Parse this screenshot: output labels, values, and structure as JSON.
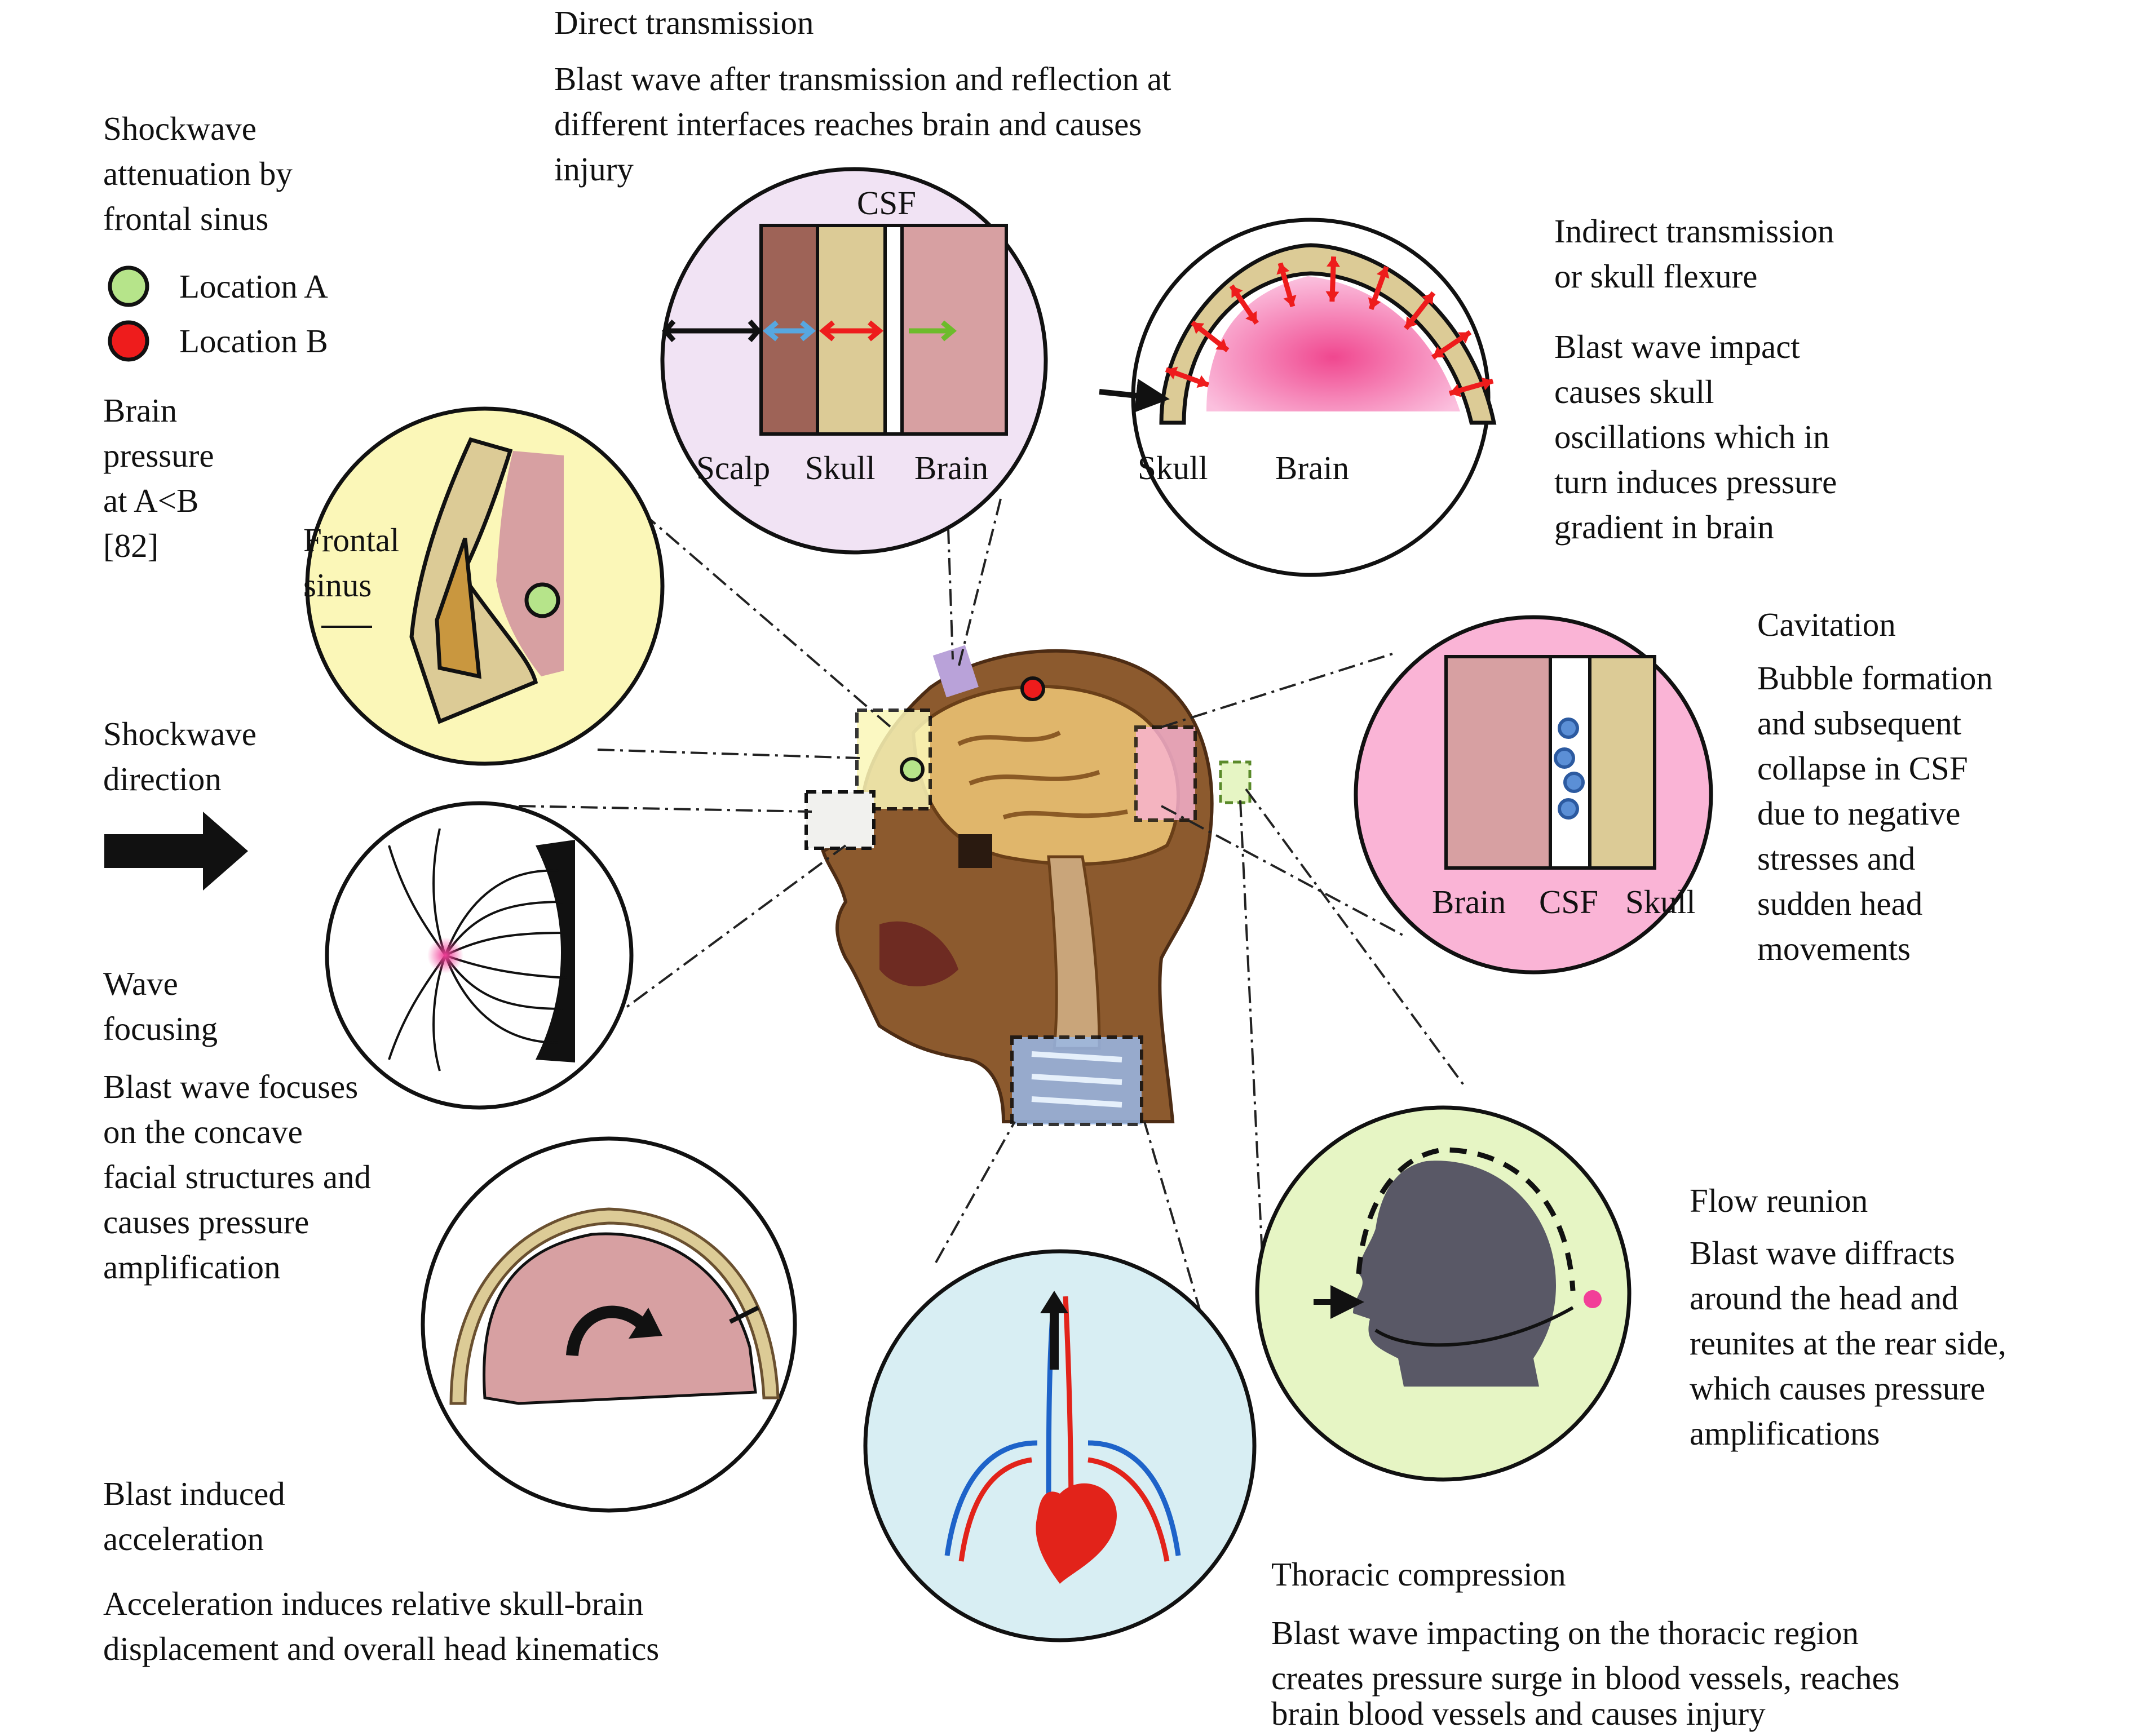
{
  "frontal_sinus": {
    "heading_lines": [
      "Shockwave",
      "attenuation by",
      "frontal sinus"
    ],
    "legend": [
      {
        "label": "Location A",
        "color": "#b6e48a"
      },
      {
        "label": "Location B",
        "color": "#ee1c1c"
      }
    ],
    "pressure_lines": [
      "Brain",
      "pressure",
      "at A<B",
      "[82]"
    ],
    "inset_label_lines": [
      "Frontal",
      "sinus"
    ]
  },
  "shockwave_direction": {
    "lines": [
      "Shockwave",
      "direction"
    ]
  },
  "direct_transmission": {
    "title": "Direct transmission",
    "desc_lines": [
      "Blast wave after transmission and reflection at",
      "different interfaces reaches brain and causes",
      "injury"
    ],
    "labels": {
      "csf": "CSF",
      "scalp": "Scalp",
      "skull": "Skull",
      "brain": "Brain"
    }
  },
  "indirect_transmission": {
    "title_lines": [
      "Indirect transmission",
      "or skull flexure"
    ],
    "desc_lines": [
      "Blast wave impact",
      "causes skull",
      "oscillations which in",
      "turn induces pressure",
      "gradient in brain"
    ],
    "labels": {
      "skull": "Skull",
      "brain": "Brain"
    }
  },
  "cavitation": {
    "title": "Cavitation",
    "desc_lines": [
      "Bubble formation",
      "and subsequent",
      "collapse in CSF",
      "due to negative",
      "stresses and",
      "sudden head",
      "movements"
    ],
    "labels": {
      "brain": "Brain",
      "csf": "CSF",
      "skull": "Skull"
    }
  },
  "wave_focusing": {
    "title_lines": [
      "Wave",
      "focusing"
    ],
    "desc_lines": [
      "Blast wave focuses",
      "on the concave",
      "facial structures and",
      "causes pressure",
      "amplification"
    ]
  },
  "flow_reunion": {
    "title": "Flow reunion",
    "desc_lines": [
      "Blast wave diffracts",
      "around the head and",
      "reunites at the rear side,",
      "which causes pressure",
      "amplifications"
    ]
  },
  "blast_acceleration": {
    "title_lines": [
      "Blast induced",
      "acceleration"
    ],
    "desc_lines": [
      "Acceleration induces relative skull-brain",
      "displacement and overall head kinematics"
    ]
  },
  "thoracic_compression": {
    "title": "Thoracic compression",
    "desc_lines": [
      "Blast wave impacting on the thoracic region",
      "creates pressure surge in blood vessels, reaches",
      "brain blood vessels and causes injury"
    ]
  },
  "colors": {
    "frontal_inset": "#fbf7b8",
    "direct_inset": "#f1e3f4",
    "cavitation_inset": "#fab4d6",
    "flow_inset": "#e6f5c4",
    "thoracic_inset": "#d8eef3",
    "skull_tan": "#dccb96",
    "brain_pink": "#d7a0a2",
    "scalp_brown": "#9e6357"
  }
}
